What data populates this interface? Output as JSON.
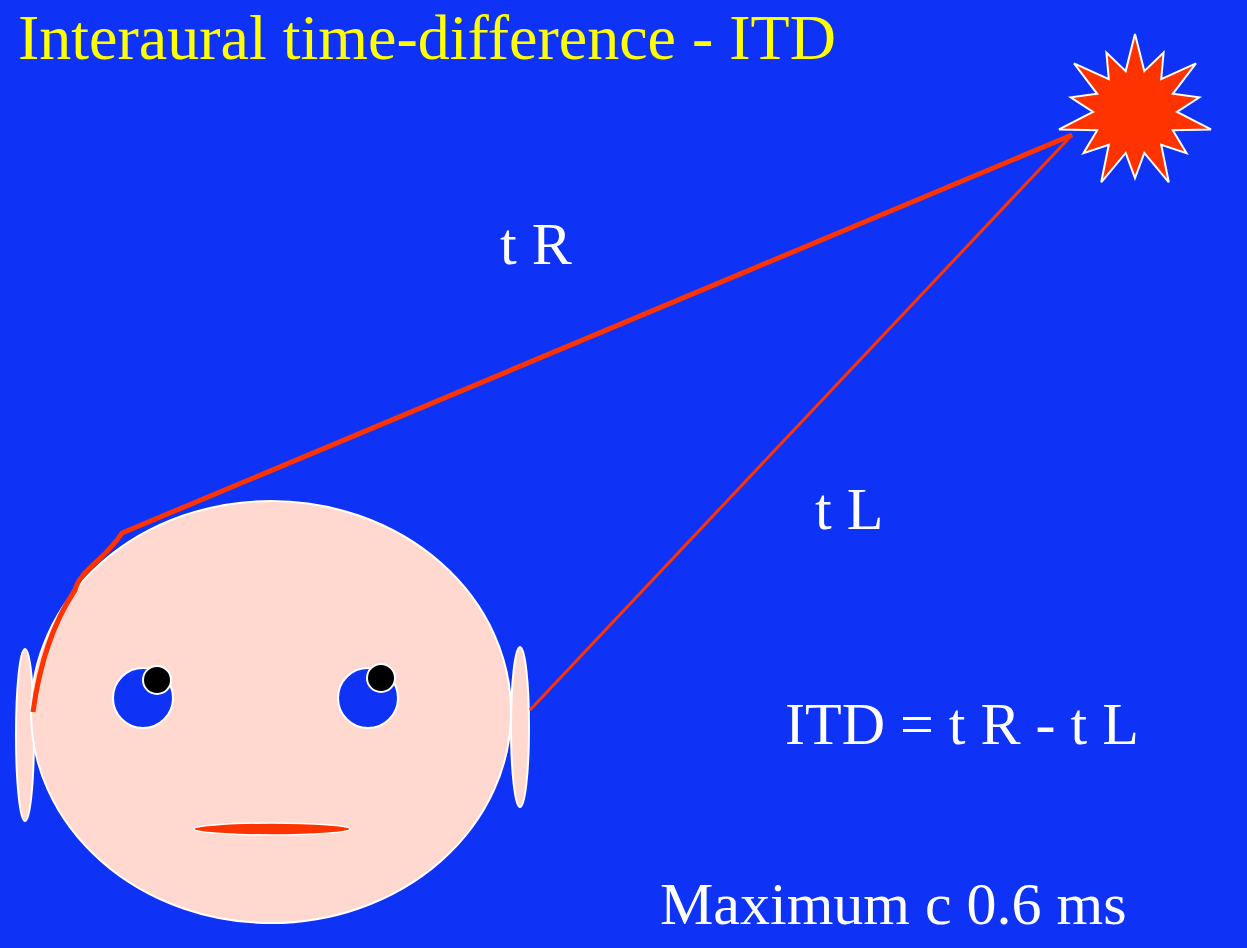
{
  "diagram": {
    "title": "Interaural time-difference - ITD",
    "labels": [
      "t R",
      "t L",
      "ITD = t R - t L",
      "Maximum c 0.6 ms"
    ]
  }
}
